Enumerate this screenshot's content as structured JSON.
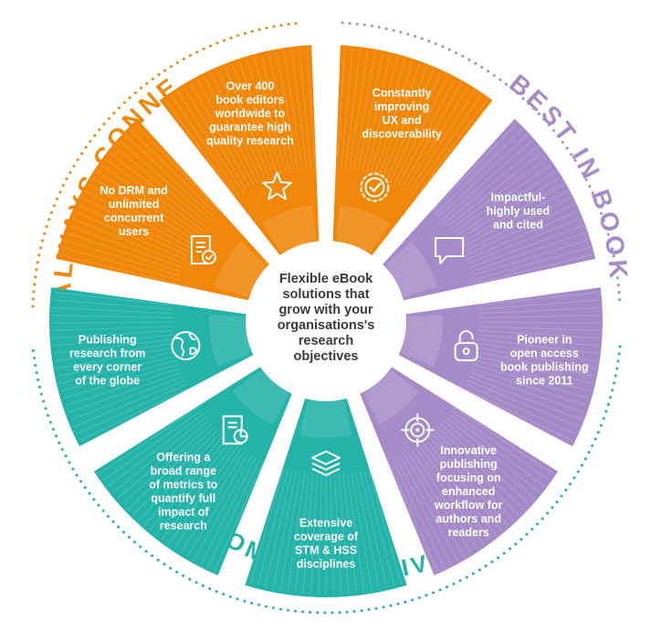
{
  "colors": {
    "orange": "#f0870b",
    "purple": "#a58cc8",
    "teal": "#24b3a9",
    "center_text": "#3b3b3b"
  },
  "arcs": {
    "always_connected": "ALWAYS CONNECTED",
    "best_in_books": "BEST IN BOOKS",
    "comprehensive": "COMPREHENSIVE"
  },
  "center": {
    "lines": [
      "Flexible eBook",
      "solutions that",
      "grow with your",
      "organisations's",
      "research",
      "objectives"
    ]
  },
  "segments": [
    {
      "group": "orange",
      "icon": "badge-check-icon",
      "lines": [
        "Constantly",
        "improving",
        "UX and",
        "discoverability"
      ]
    },
    {
      "group": "purple",
      "icon": "speech-bubble-icon",
      "lines": [
        "Impactful-",
        "highly used",
        "and cited"
      ]
    },
    {
      "group": "purple",
      "icon": "padlock-open-icon",
      "lines": [
        "Pioneer in",
        "open access",
        "book publishing",
        "since 2011"
      ]
    },
    {
      "group": "purple",
      "icon": "target-icon",
      "lines": [
        "Innovative",
        "publishing",
        "focusing on",
        "enhanced",
        "workflow for",
        "authors and",
        "readers"
      ]
    },
    {
      "group": "teal",
      "icon": "layers-icon",
      "lines": [
        "Extensive",
        "coverage of",
        "STM & HSS",
        "disciplines"
      ]
    },
    {
      "group": "teal",
      "icon": "document-chart-icon",
      "lines": [
        "Offering a",
        "broad range",
        "of metrics to",
        "quantify full",
        "impact of",
        "research"
      ]
    },
    {
      "group": "teal",
      "icon": "globe-icon",
      "lines": [
        "Publishing",
        "research from",
        "every corner",
        "of the globe"
      ]
    },
    {
      "group": "orange",
      "icon": "document-check-icon",
      "lines": [
        "No DRM and",
        "unlimited",
        "concurrent",
        "users"
      ]
    },
    {
      "group": "orange",
      "icon": "star-icon",
      "lines": [
        "Over 400",
        "book editors",
        "worldwide to",
        "guarantee high",
        "quality research"
      ]
    }
  ]
}
